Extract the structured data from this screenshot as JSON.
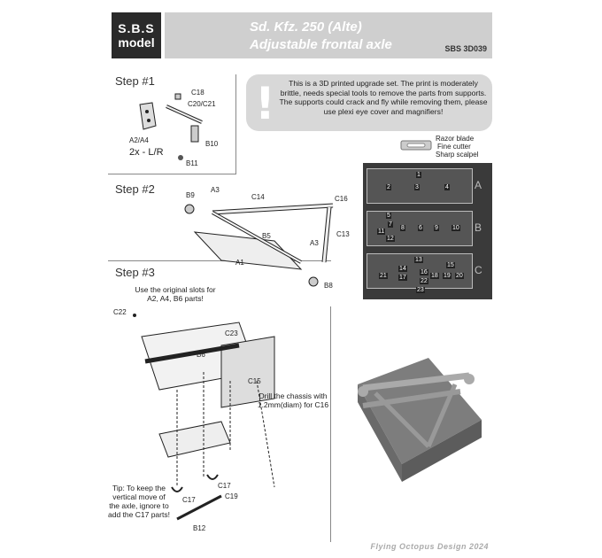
{
  "header": {
    "logo_line1": "S.B.S",
    "logo_line2": "model",
    "title_line1": "Sd. Kfz. 250 (Alte)",
    "title_line2": "Adjustable frontal axle",
    "product_code": "SBS 3D039"
  },
  "warning": {
    "icon": "exclamation-icon",
    "text": "This is a 3D printed upgrade set. The print is moderately brittle, needs special tools to remove the parts from supports. The supports could crack and fly while removing them, please use plexi eye cover and magnifiers!"
  },
  "tools": {
    "icon": "razor-blade-icon",
    "line1": "Razor blade",
    "line2": "Fine cutter",
    "line3": "Sharp scalpel"
  },
  "step1": {
    "title": "Step #1",
    "labels": {
      "c18": "C18",
      "c20c21": "C20/C21",
      "a2a4": "A2/A4",
      "b10": "B10",
      "b11": "B11",
      "qty": "2x - L/R"
    }
  },
  "step2": {
    "title": "Step #2",
    "labels": {
      "b9": "B9",
      "a3a": "A3",
      "c14": "C14",
      "c16": "C16",
      "b5": "B5",
      "c13": "C13",
      "a3b": "A3",
      "a1": "A1",
      "b8": "B8"
    }
  },
  "step3": {
    "title": "Step #3",
    "note_slots": "Use the original slots for A2, A4, B6 parts!",
    "note_drill": "Drill the chassis with 1.2mm(diam) for C16",
    "tip": "Tip: To keep the vertical move of the axle, ignore to add the C17 parts!",
    "labels": {
      "c22": "C22",
      "c23": "C23",
      "b6": "B6",
      "c15": "C15",
      "c17a": "C17",
      "c17b": "C17",
      "c19": "C19",
      "b12": "B12"
    }
  },
  "sprue": {
    "frames": [
      {
        "label": "A",
        "numbers": [
          "1",
          "2",
          "3",
          "4"
        ]
      },
      {
        "label": "B",
        "numbers": [
          "5",
          "6",
          "7",
          "8",
          "9",
          "10",
          "11",
          "12"
        ]
      },
      {
        "label": "C",
        "numbers": [
          "13",
          "14",
          "15",
          "16",
          "17",
          "18",
          "19",
          "20",
          "21",
          "22",
          "23"
        ]
      }
    ]
  },
  "footer": "Flying Octopus Design 2024",
  "colors": {
    "banner": "#cfcfcf",
    "logo": "#2a2a2a",
    "sprue": "#3a3a3a",
    "render": "#8e8e8e"
  }
}
